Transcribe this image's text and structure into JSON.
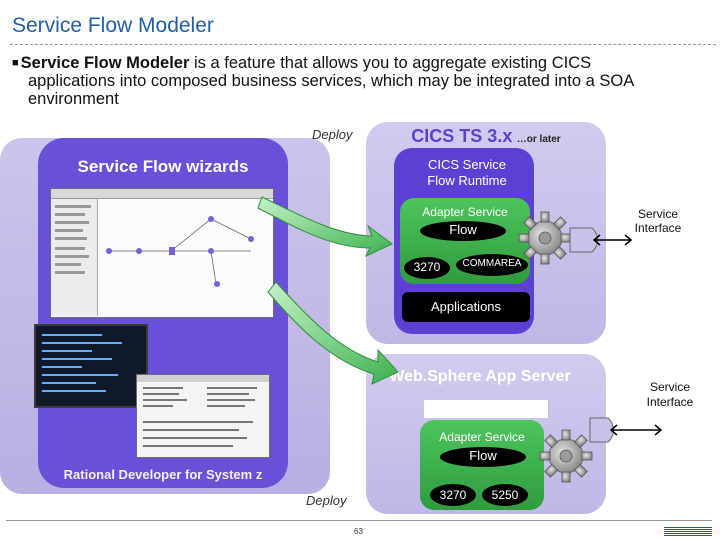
{
  "slide": {
    "title": "Service Flow Modeler",
    "bullet_lead": "Service Flow Modeler",
    "bullet_rest_1": " is a feature that allows you to aggregate existing CICS",
    "bullet_rest_2": "applications into composed business services, which may be integrated into a SOA environment",
    "page_number": "63"
  },
  "left_panel": {
    "wizards_label": "Service Flow wizards",
    "footer_label": "Rational Developer for System z"
  },
  "cics": {
    "title": "CICS TS 3.x",
    "title_suffix": "…or later",
    "runtime_line1": "CICS Service",
    "runtime_line2": "Flow Runtime",
    "adapter_label": "Adapter Service",
    "flow_label": "Flow",
    "chip_3270": "3270",
    "chip_commarea": "COMMAREA",
    "applications_label": "Applications",
    "service_interface_line1": "Service",
    "service_interface_line2": "Interface"
  },
  "websphere": {
    "title": "Web.Sphere App Server",
    "adapter_label": "Adapter Service",
    "flow_label": "Flow",
    "chip_3270": "3270",
    "chip_5250": "5250",
    "service_interface_line1": "Service",
    "service_interface_line2": "Interface"
  },
  "deploy_top": "Deploy",
  "deploy_bottom": "Deploy",
  "colors": {
    "title_blue": "#1f5fa8",
    "cics_purple": "#5d3fd3",
    "lavender": "#c6bfe8",
    "green_arrow": "#4fc25f"
  }
}
